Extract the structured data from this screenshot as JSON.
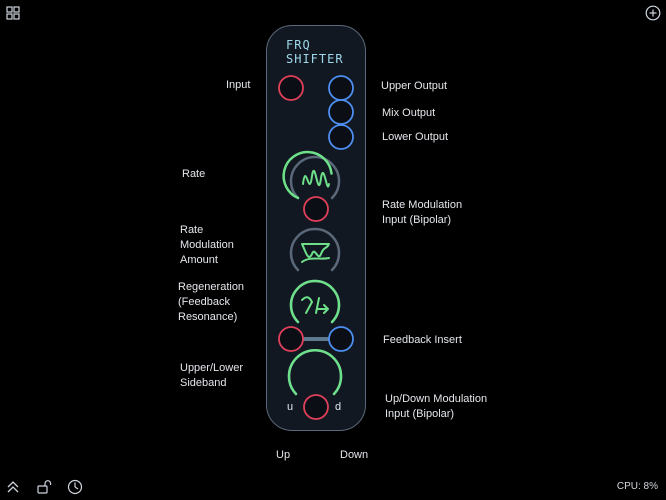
{
  "module": {
    "title_line1": "FRQ",
    "title_line2": "SHIFTER"
  },
  "labels": {
    "input": "Input",
    "upper_output": "Upper Output",
    "mix_output": "Mix Output",
    "lower_output": "Lower Output",
    "rate": "Rate",
    "rate_mod_input_1": "Rate Modulation",
    "rate_mod_input_2": "Input (Bipolar)",
    "rate_mod_amount_1": "Rate",
    "rate_mod_amount_2": "Modulation",
    "rate_mod_amount_3": "Amount",
    "regen_1": "Regeneration",
    "regen_2": "(Feedback",
    "regen_3": "Resonance)",
    "feedback_insert": "Feedback Insert",
    "sideband_1": "Upper/Lower",
    "sideband_2": "Sideband",
    "updown_mod_1": "Up/Down Modulation",
    "updown_mod_2": "Input (Bipolar)",
    "u": "u",
    "d": "d",
    "up": "Up",
    "down": "Down"
  },
  "status": {
    "cpu": "CPU: 8%"
  },
  "icons": {
    "top_left": "grid-icon",
    "top_right": "add-circle-icon",
    "bottom_1": "double-chevron-up-icon",
    "bottom_2": "unlock-icon",
    "bottom_3": "gauge-icon"
  },
  "colors": {
    "input_jack": "#e0405a",
    "output_jack": "#4d8ef0",
    "knob_accent": "#6ee08a",
    "knob_track": "#5a6879",
    "panel_border": "#5a6879",
    "title": "#9fd8ea"
  },
  "knobs": {
    "rate_level": 0.85,
    "rate_mod_amount_level": 0.0,
    "regeneration_level": 1.0,
    "sideband_level": 1.0
  }
}
